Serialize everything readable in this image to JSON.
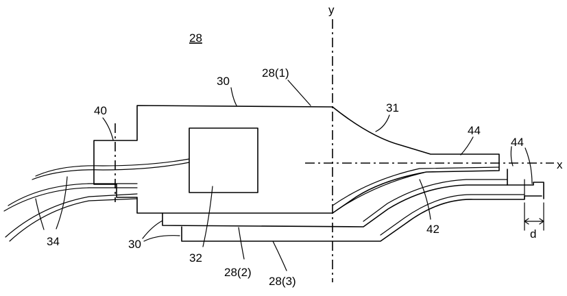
{
  "figure": {
    "labels": {
      "ref_28": "28",
      "ref_28_1": "28(1)",
      "ref_28_2": "28(2)",
      "ref_28_3": "28(3)",
      "ref_30_top": "30",
      "ref_30_bottom": "30",
      "ref_31": "31",
      "ref_32": "32",
      "ref_34": "34",
      "ref_40": "40",
      "ref_42": "42",
      "ref_44_a": "44",
      "ref_44_b": "44",
      "axis_x": "x",
      "axis_y": "y",
      "dim_d": "d"
    }
  }
}
